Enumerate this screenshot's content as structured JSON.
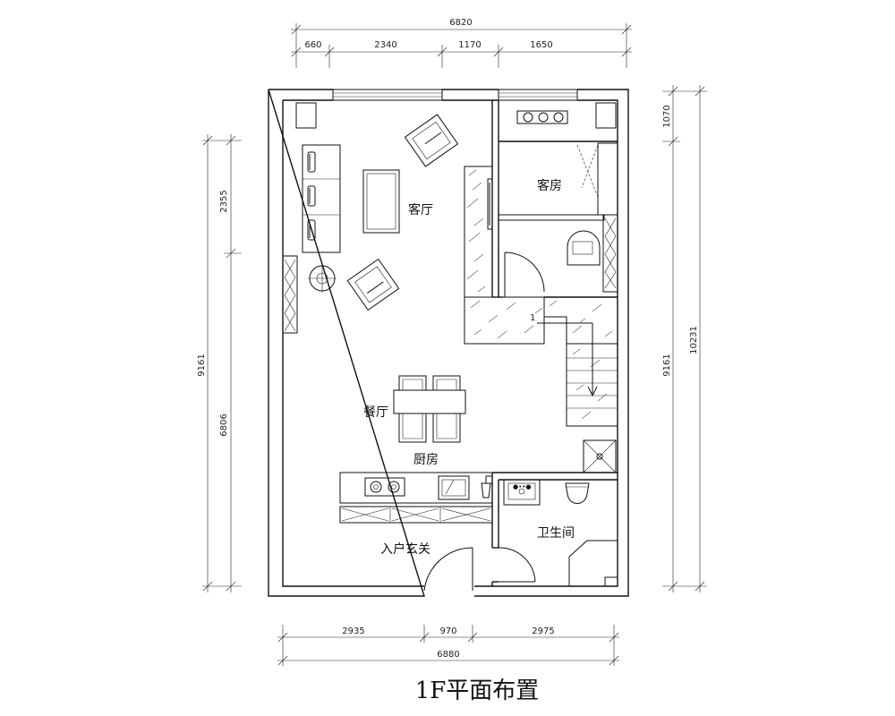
{
  "title": "1F平面布置",
  "rooms": {
    "living": "客厅",
    "guest": "客房",
    "dining": "餐厅",
    "kitchen": "厨房",
    "entry": "入户玄关",
    "bath": "卫生间"
  },
  "stair_mark": "1",
  "dims": {
    "top_total": "6820",
    "top_segments": [
      "660",
      "2340",
      "1170",
      "1650"
    ],
    "bottom_segments": [
      "2935",
      "970",
      "2975"
    ],
    "bottom_total": "6880",
    "left_total": "9161",
    "left_segments": [
      "2355",
      "6806"
    ],
    "right_inner_total": "9161",
    "right_inner_segment": "1070",
    "right_outer_total": "10231"
  }
}
